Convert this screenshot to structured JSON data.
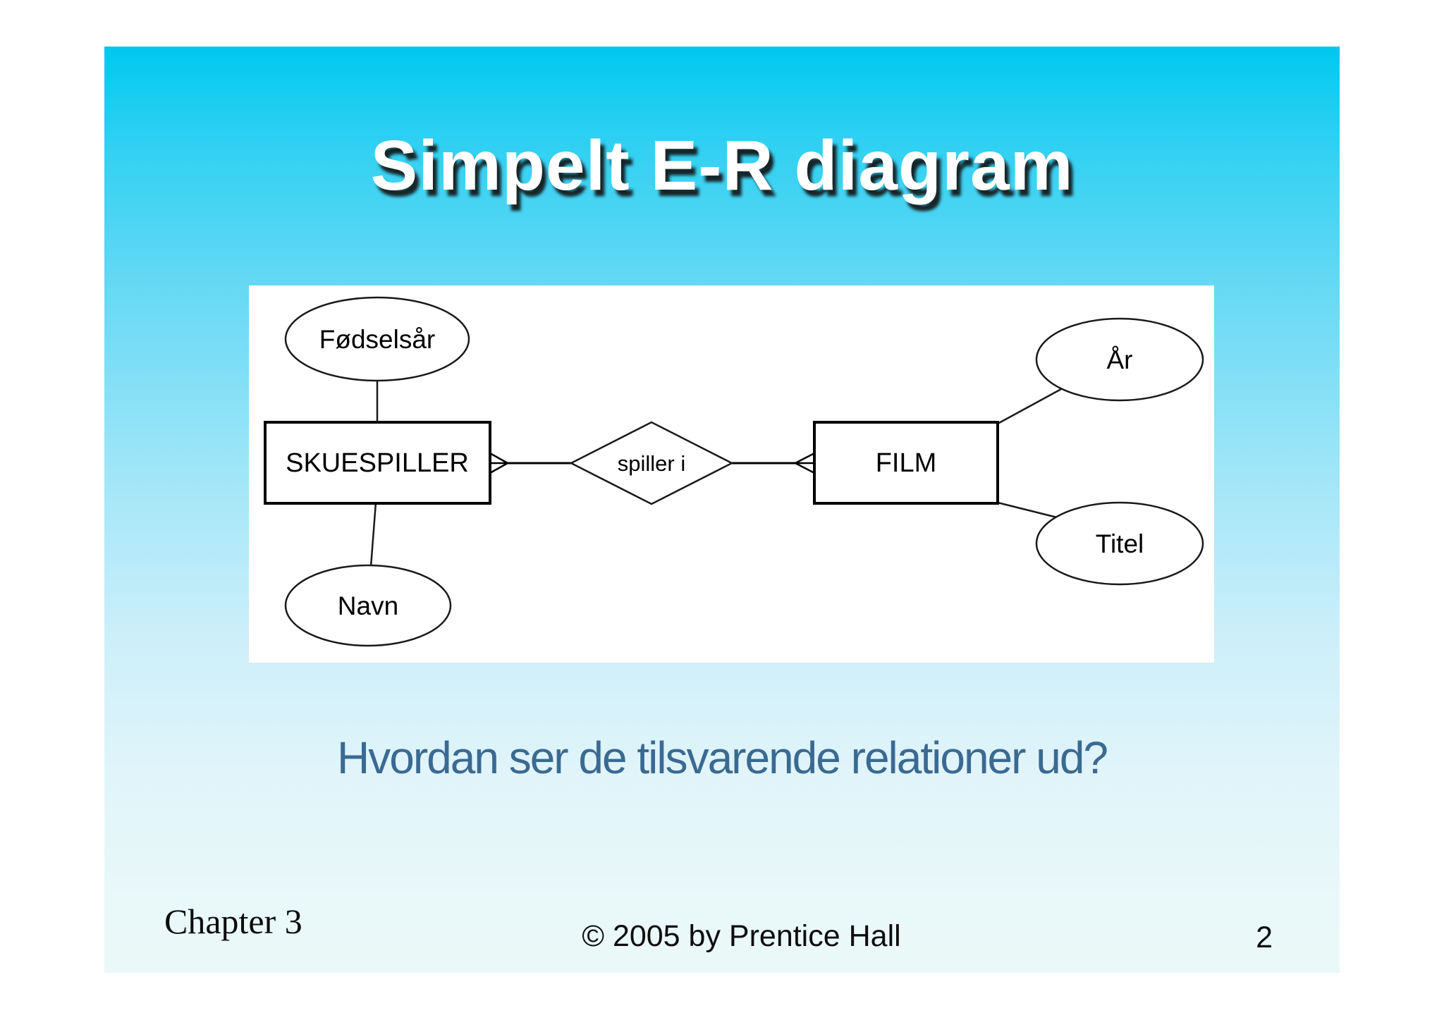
{
  "slide": {
    "title": "Simpelt E-R diagram",
    "question": "Hvordan ser de tilsvarende relationer ud?",
    "footer": {
      "chapter": "Chapter 3",
      "copyright": "© 2005 by Prentice Hall",
      "page": "2"
    },
    "colors": {
      "gradient_top": "#00c8ee",
      "gradient_bottom": "#e9f8f9",
      "title_text": "#ffffff",
      "title_shadow": "#121212",
      "question_text": "#3a6a92",
      "panel_background": "#ffffff",
      "diagram_ink": "#000000"
    }
  },
  "er_diagram": {
    "entities": [
      {
        "label": "SKUESPILLER"
      },
      {
        "label": "FILM"
      }
    ],
    "relationship": {
      "label": "spiller i",
      "cardinality_notation": "crow's foot (many) at both entities"
    },
    "attributes": [
      {
        "label": "Fødselsår",
        "entity": "SKUESPILLER"
      },
      {
        "label": "Navn",
        "entity": "SKUESPILLER"
      },
      {
        "label": "År",
        "entity": "FILM"
      },
      {
        "label": "Titel",
        "entity": "FILM"
      }
    ]
  }
}
